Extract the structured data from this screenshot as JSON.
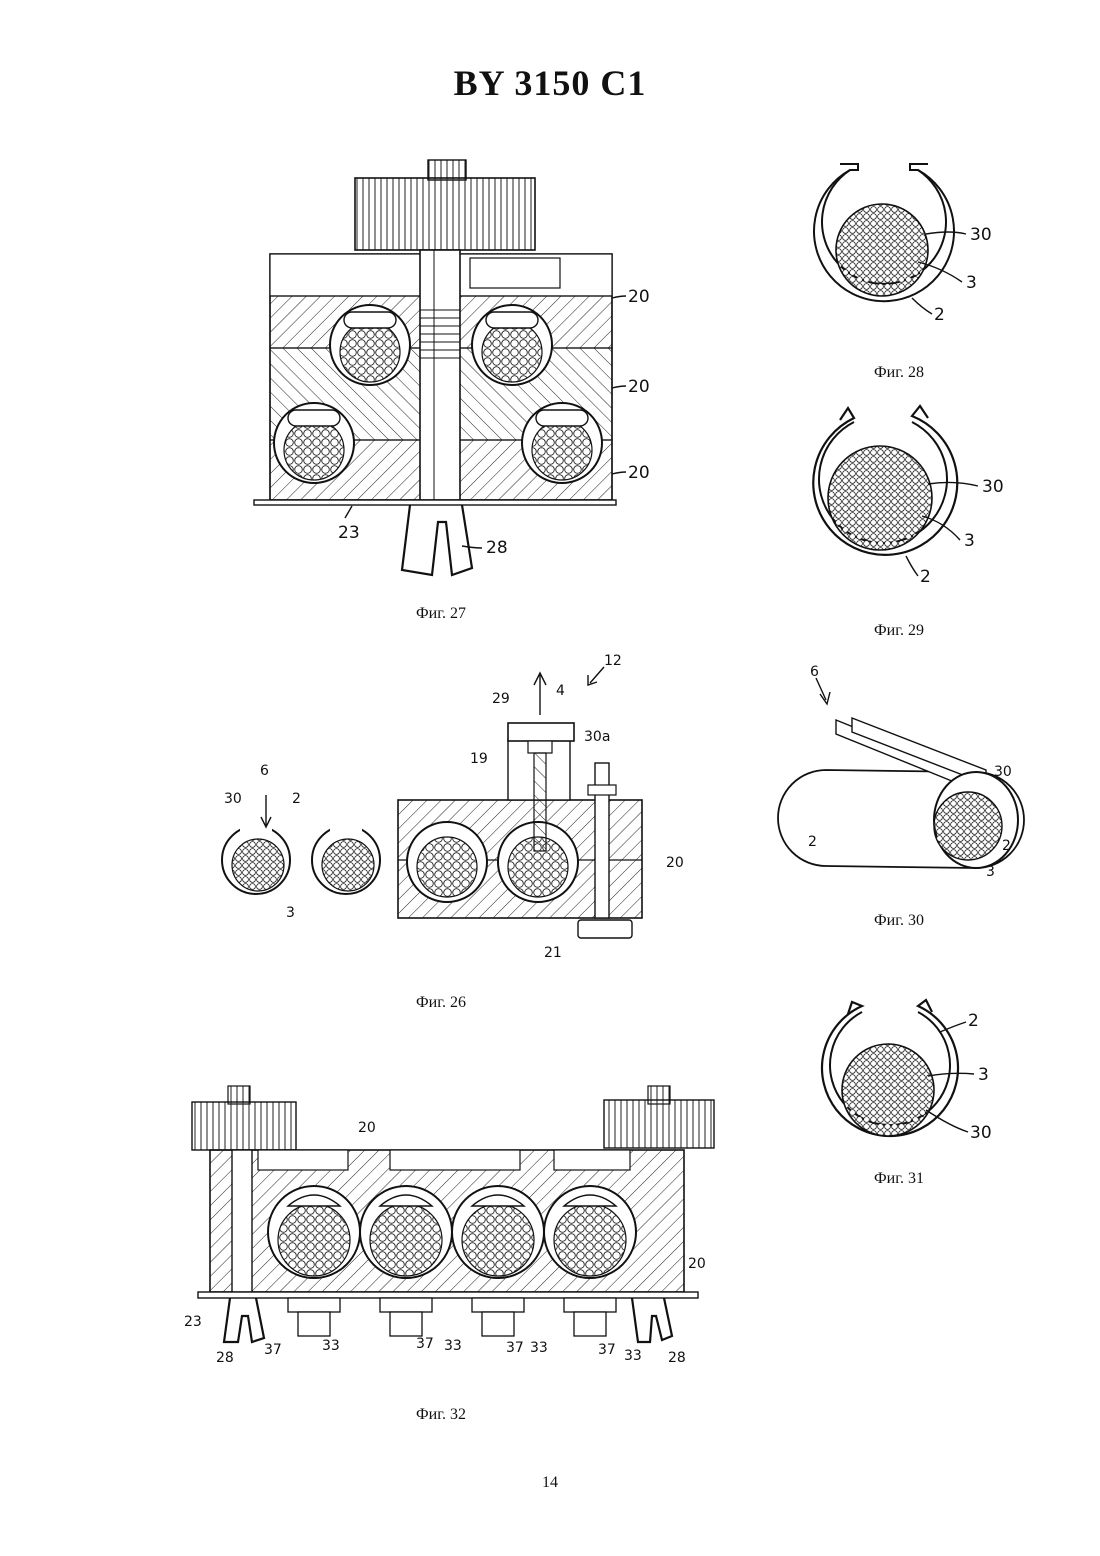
{
  "document": {
    "title": "BY 3150 C1",
    "page_number": "14"
  },
  "figures": {
    "fig27": {
      "caption": "Фиг. 27",
      "labels": {
        "l20a": "20",
        "l20b": "20",
        "l20c": "20",
        "l23": "23",
        "l28": "28"
      }
    },
    "fig28": {
      "caption": "Фиг. 28",
      "labels": {
        "l30": "30",
        "l3": "3",
        "l2": "2"
      }
    },
    "fig29": {
      "caption": "Фиг. 29",
      "labels": {
        "l30": "30",
        "l3": "3",
        "l2": "2"
      }
    },
    "fig26": {
      "caption": "Фиг. 26",
      "labels": {
        "l12": "12",
        "l4": "4",
        "l29": "29",
        "l30a": "30a",
        "l19": "19",
        "l6": "6",
        "l30": "30",
        "l2": "2",
        "l3": "3",
        "l20": "20",
        "l21": "21"
      }
    },
    "fig30": {
      "caption": "Фиг. 30",
      "labels": {
        "l6": "6",
        "l30": "30",
        "l2a": "2",
        "l2b": "2",
        "l3": "3"
      }
    },
    "fig31": {
      "caption": "Фиг. 31",
      "labels": {
        "l2": "2",
        "l3": "3",
        "l30": "30"
      }
    },
    "fig32": {
      "caption": "Фиг. 32",
      "labels": {
        "l20a": "20",
        "l20b": "20",
        "l23": "23",
        "l28a": "28",
        "l28b": "28",
        "l37a": "37",
        "l33a": "33",
        "l37b": "37",
        "l33b": "33",
        "l37c": "37",
        "l33c": "33",
        "l37d": "37",
        "l33d": "33"
      }
    }
  }
}
